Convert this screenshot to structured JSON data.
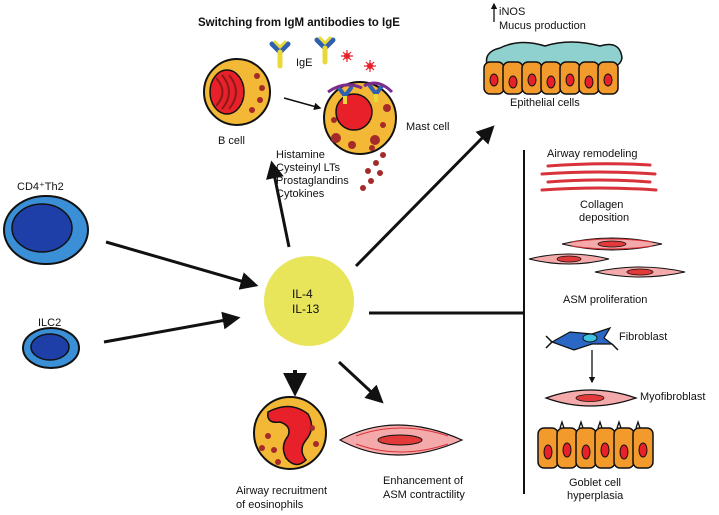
{
  "title": "Switching from IgM antibodies to IgE",
  "labels": {
    "ige": "IgE",
    "b_cell": "B cell",
    "mast_cell": "Mast cell",
    "mediators": [
      "Histamine",
      "Cysteinyl LTs",
      "Prostaglandins",
      "Cytokines"
    ],
    "inos": "iNOS",
    "mucus": "Mucus production",
    "epithelial": "Epithelial cells",
    "cd4": "CD4⁺Th2",
    "ilc2": "ILC2",
    "il4": "IL-4",
    "il13": "IL-13",
    "airway_remodeling": "Airway remodeling",
    "collagen": [
      "Collagen",
      "deposition"
    ],
    "asm_proliferation": "ASM proliferation",
    "fibroblast": "Fibroblast",
    "myofibroblast": "Myofibroblast",
    "goblet": [
      "Goblet cell",
      "hyperplasia"
    ],
    "eosinophils": [
      "Airway recruitment",
      "of eosinophils"
    ],
    "asm_contract": [
      "Enhancement of",
      "ASM contractility"
    ]
  },
  "colors": {
    "cytokine": "#e8e55a",
    "tcell_outer": "#3b8fd6",
    "tcell_inner": "#1f3fa8",
    "granulocyte": "#f2b836",
    "nucleus": "#e8202a",
    "granule": "#a52a2a",
    "muscle": "#f4aaaa",
    "muscle_core": "#e23a3a",
    "mucus": "#8fd1cf",
    "epithelial": "#f39a2c",
    "fibroblast": "#2b67c4",
    "antibody_yellow": "#e8d83a",
    "antibody_blue": "#2f5fb0"
  }
}
